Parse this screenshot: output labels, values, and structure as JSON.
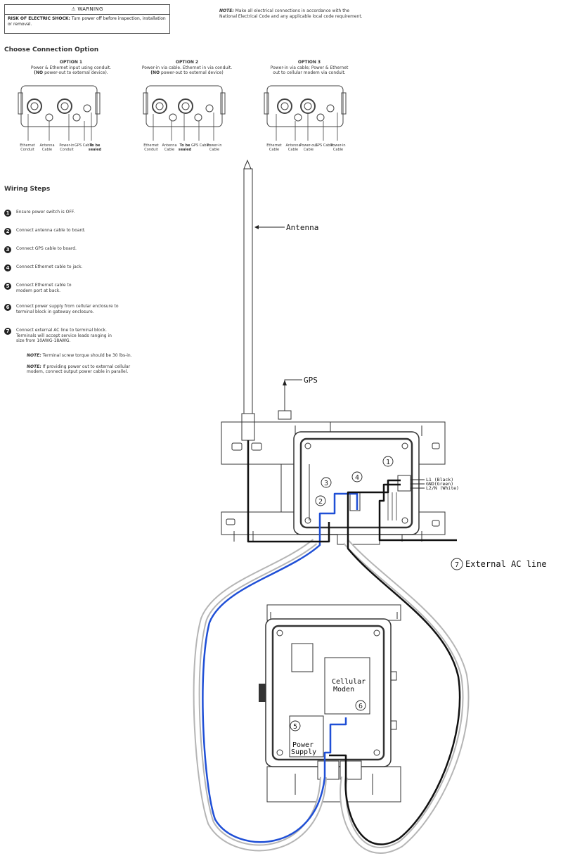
{
  "warning": {
    "icon": "warning-triangle-icon",
    "title": "WARNING",
    "lead": "RISK OF ELECTRIC SHOCK:",
    "text": " Turn power off before inspection, installation or removal."
  },
  "top_note": {
    "label": "NOTE:",
    "text": " Make all electrical connections in accordance with the National Electrical Code and any applicable local code requirement."
  },
  "connection_heading": "Choose Connection Option",
  "options": [
    {
      "title": "OPTION 1",
      "line1": "Power & Ethernet input using conduit.",
      "line2_bold": "(NO",
      "line2": " power-out to external device).",
      "ports": [
        "Ethernet Conduit",
        "Antenna Cable",
        "Power-in Conduit",
        "GPS Cable",
        "To be sealed"
      ]
    },
    {
      "title": "OPTION 2",
      "line1": "Power-in via cable. Ethernet in via conduit.",
      "line2_bold": "(NO",
      "line2": " power-out to external device)",
      "ports": [
        "Ethernet Conduit",
        "Antenna Cable",
        "To be sealed",
        "GPS Cable",
        "Power-in Cable"
      ]
    },
    {
      "title": "OPTION 3",
      "line1": "Power-in via cable; Power & Ethernet",
      "line2_bold": "",
      "line2": "out to cellular modem via conduit.",
      "ports": [
        "Ethernet Cable",
        "Antenna Cable",
        "Power-out Cable",
        "GPS Cable",
        "Power-in Cable"
      ]
    }
  ],
  "wiring_heading": "Wiring Steps",
  "steps": [
    {
      "n": "1",
      "lines": [
        "Ensure power switch is OFF."
      ]
    },
    {
      "n": "2",
      "lines": [
        "Connect antenna cable to board."
      ]
    },
    {
      "n": "3",
      "lines": [
        "Connect GPS cable to board."
      ]
    },
    {
      "n": "4",
      "lines": [
        "Connect Ethernet cable to jack."
      ]
    },
    {
      "n": "5",
      "lines": [
        "Connect Ethernet cable to",
        "modem port at back."
      ]
    },
    {
      "n": "6",
      "lines": [
        "Connect power supply from cellular enclosure to",
        "terminal block in gateway enclosure."
      ]
    },
    {
      "n": "7",
      "lines": [
        "Connect external AC line to terminal block.",
        "Terminals will accept service leads ranging in",
        "size from 10AWG-18AWG."
      ]
    }
  ],
  "notes": [
    {
      "label": "NOTE:",
      "text": " Terminal screw torque should be 30 lbs-in."
    },
    {
      "label": "NOTE:",
      "text": " If providing power out to external cellular"
    },
    {
      "label": "",
      "text": "modem, connect output power cable in parallel."
    }
  ],
  "diagram": {
    "antenna_label": "Antenna",
    "gps_label": "GPS",
    "terminals": [
      "L1 (Black)",
      "GND(Green)",
      "L2/N (White)"
    ],
    "callouts": [
      "1",
      "2",
      "3",
      "4",
      "5",
      "6",
      "7"
    ],
    "external_ac": "External AC line",
    "cellular_lines": [
      "Cellular",
      "Moden"
    ],
    "power_lines": [
      "Power",
      "Supply"
    ],
    "colors": {
      "ethernet": "#1f4fd6",
      "power": "#111111",
      "outline": "#333333"
    }
  }
}
